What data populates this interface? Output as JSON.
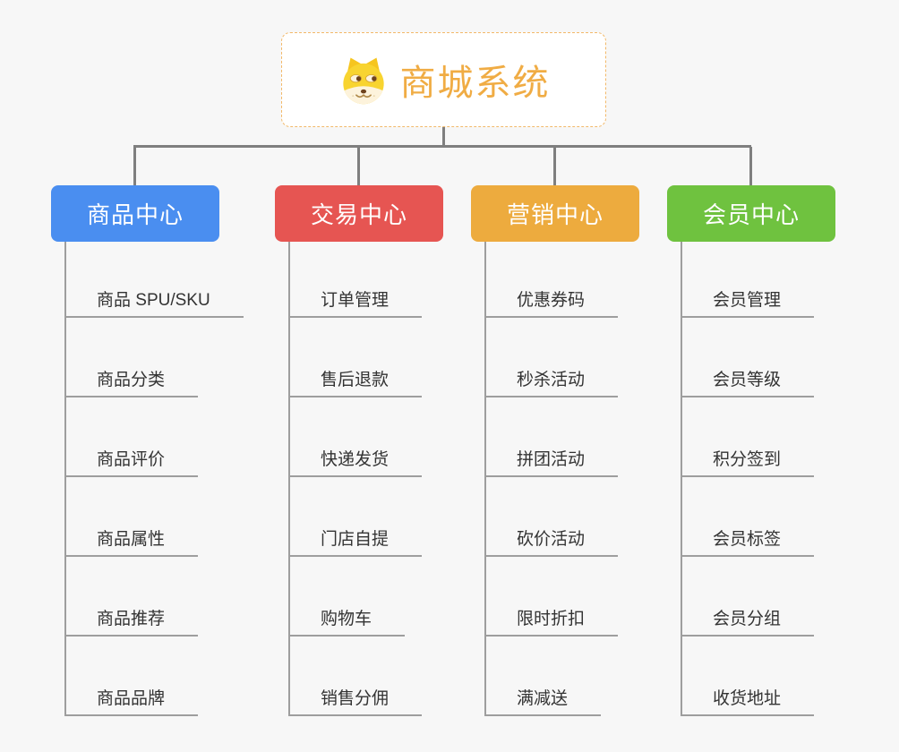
{
  "root": {
    "title": "商城系统",
    "icon": "dog-face-icon",
    "text_color": "#f0ac44",
    "border_color": "#f2b96a",
    "background": "#ffffff"
  },
  "branches": [
    {
      "label": "商品中心",
      "color": "#4a8ef0",
      "items": [
        "商品 SPU/SKU",
        "商品分类",
        "商品评价",
        "商品属性",
        "商品推荐",
        "商品品牌"
      ]
    },
    {
      "label": "交易中心",
      "color": "#e65552",
      "items": [
        "订单管理",
        "售后退款",
        "快递发货",
        "门店自提",
        "购物车",
        "销售分佣"
      ]
    },
    {
      "label": "营销中心",
      "color": "#edab3e",
      "items": [
        "优惠券码",
        "秒杀活动",
        "拼团活动",
        "砍价活动",
        "限时折扣",
        "满减送"
      ]
    },
    {
      "label": "会员中心",
      "color": "#6fc23f",
      "items": [
        "会员管理",
        "会员等级",
        "积分签到",
        "会员标签",
        "会员分组",
        "收货地址"
      ]
    }
  ],
  "colors": {
    "connector": "#7f7f7f",
    "child_line": "#9e9e9e",
    "child_text": "#333333",
    "background": "#f7f7f7"
  }
}
